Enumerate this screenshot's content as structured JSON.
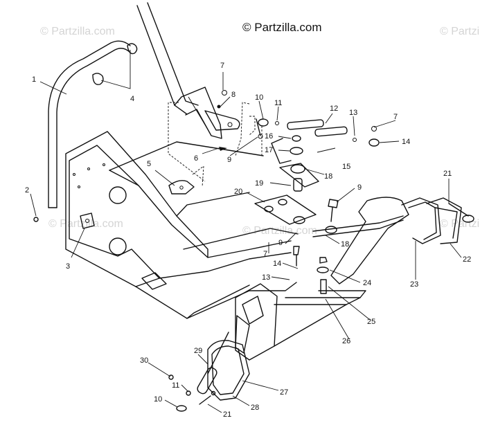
{
  "brand": {
    "text": "© Partzilla.com"
  },
  "watermark": {
    "text": "© Partzilla.com"
  },
  "callouts": [
    {
      "id": "c1",
      "label": "1"
    },
    {
      "id": "c2",
      "label": "2"
    },
    {
      "id": "c3",
      "label": "3"
    },
    {
      "id": "c4",
      "label": "4"
    },
    {
      "id": "c5",
      "label": "5"
    },
    {
      "id": "c6",
      "label": "6"
    },
    {
      "id": "c7a",
      "label": "7"
    },
    {
      "id": "c7b",
      "label": "7"
    },
    {
      "id": "c7c",
      "label": "7"
    },
    {
      "id": "c8",
      "label": "8"
    },
    {
      "id": "c9a",
      "label": "9"
    },
    {
      "id": "c9b",
      "label": "9"
    },
    {
      "id": "c9c",
      "label": "9"
    },
    {
      "id": "c10a",
      "label": "10"
    },
    {
      "id": "c10b",
      "label": "10"
    },
    {
      "id": "c11a",
      "label": "11"
    },
    {
      "id": "c11b",
      "label": "11"
    },
    {
      "id": "c12",
      "label": "12"
    },
    {
      "id": "c13a",
      "label": "13"
    },
    {
      "id": "c13b",
      "label": "13"
    },
    {
      "id": "c14a",
      "label": "14"
    },
    {
      "id": "c14b",
      "label": "14"
    },
    {
      "id": "c15",
      "label": "15"
    },
    {
      "id": "c16",
      "label": "16"
    },
    {
      "id": "c17",
      "label": "17"
    },
    {
      "id": "c18a",
      "label": "18"
    },
    {
      "id": "c18b",
      "label": "18"
    },
    {
      "id": "c19",
      "label": "19"
    },
    {
      "id": "c20",
      "label": "20"
    },
    {
      "id": "c21a",
      "label": "21"
    },
    {
      "id": "c21b",
      "label": "21"
    },
    {
      "id": "c22",
      "label": "22"
    },
    {
      "id": "c23",
      "label": "23"
    },
    {
      "id": "c24",
      "label": "24"
    },
    {
      "id": "c25",
      "label": "25"
    },
    {
      "id": "c26",
      "label": "26"
    },
    {
      "id": "c27",
      "label": "27"
    },
    {
      "id": "c28",
      "label": "28"
    },
    {
      "id": "c29",
      "label": "29"
    },
    {
      "id": "c30",
      "label": "30"
    }
  ]
}
